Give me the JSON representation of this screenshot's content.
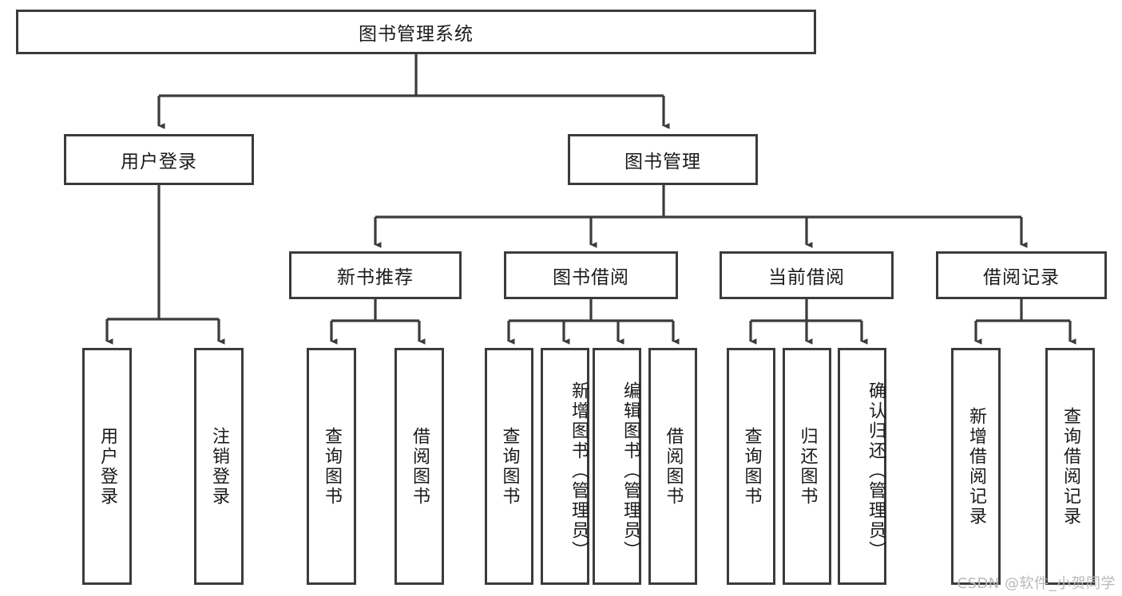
{
  "diagram": {
    "type": "tree-flowchart",
    "title": "图书管理系统",
    "root": {
      "label": "图书管理系统"
    },
    "level2": [
      {
        "label": "用户登录"
      },
      {
        "label": "图书管理"
      }
    ],
    "level3": [
      {
        "label": "新书推荐"
      },
      {
        "label": "图书借阅"
      },
      {
        "label": "当前借阅"
      },
      {
        "label": "借阅记录"
      }
    ],
    "leaves": {
      "user_login": [
        {
          "label": "用户登录"
        },
        {
          "label": "注销登录"
        }
      ],
      "new_book_recommend": [
        {
          "label": "查询图书"
        },
        {
          "label": "借阅图书"
        }
      ],
      "book_borrow": [
        {
          "label": "查询图书"
        },
        {
          "label": "新增图书（管理员）"
        },
        {
          "label": "编辑图书（管理员）"
        },
        {
          "label": "借阅图书"
        }
      ],
      "current_borrow": [
        {
          "label": "查询图书"
        },
        {
          "label": "归还图书"
        },
        {
          "label": "确认归还（管理员）"
        }
      ],
      "borrow_record": [
        {
          "label": "新增借阅记录"
        },
        {
          "label": "查询借阅记录"
        }
      ]
    }
  },
  "watermark": {
    "text": "CSDN @软件_小贺同学"
  },
  "colors": {
    "stroke": "#3b3b3b",
    "fill": "#ffffff",
    "text": "#1a1a1a",
    "watermark": "#b9b9b9"
  }
}
